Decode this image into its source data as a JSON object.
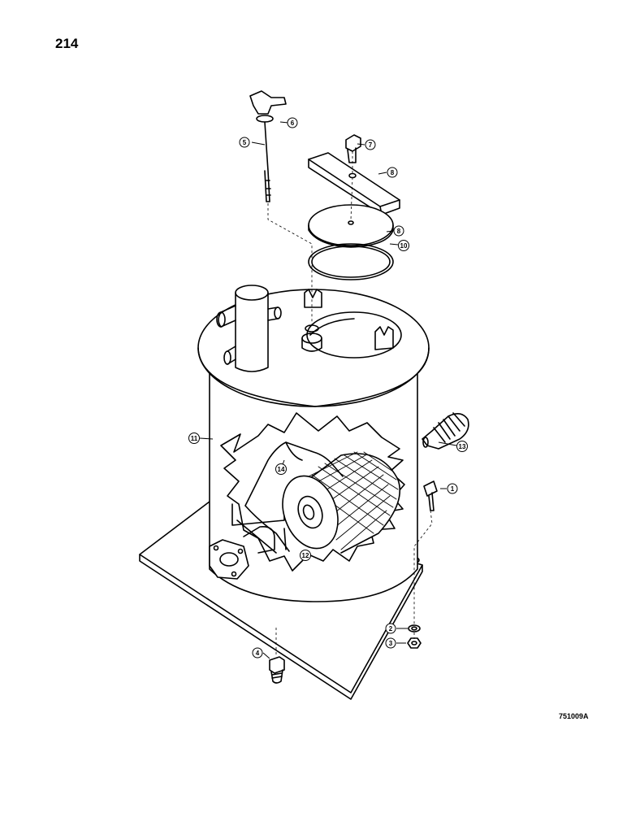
{
  "page_number": "214",
  "figure_id": "751009A",
  "callouts": {
    "c1": "1",
    "c2": "2",
    "c3": "3",
    "c4": "4",
    "c5": "5",
    "c6": "6",
    "c7": "7",
    "c8a": "8",
    "c8b": "8",
    "c10": "10",
    "c11": "11",
    "c12": "12",
    "c13": "13",
    "c14": "14"
  }
}
